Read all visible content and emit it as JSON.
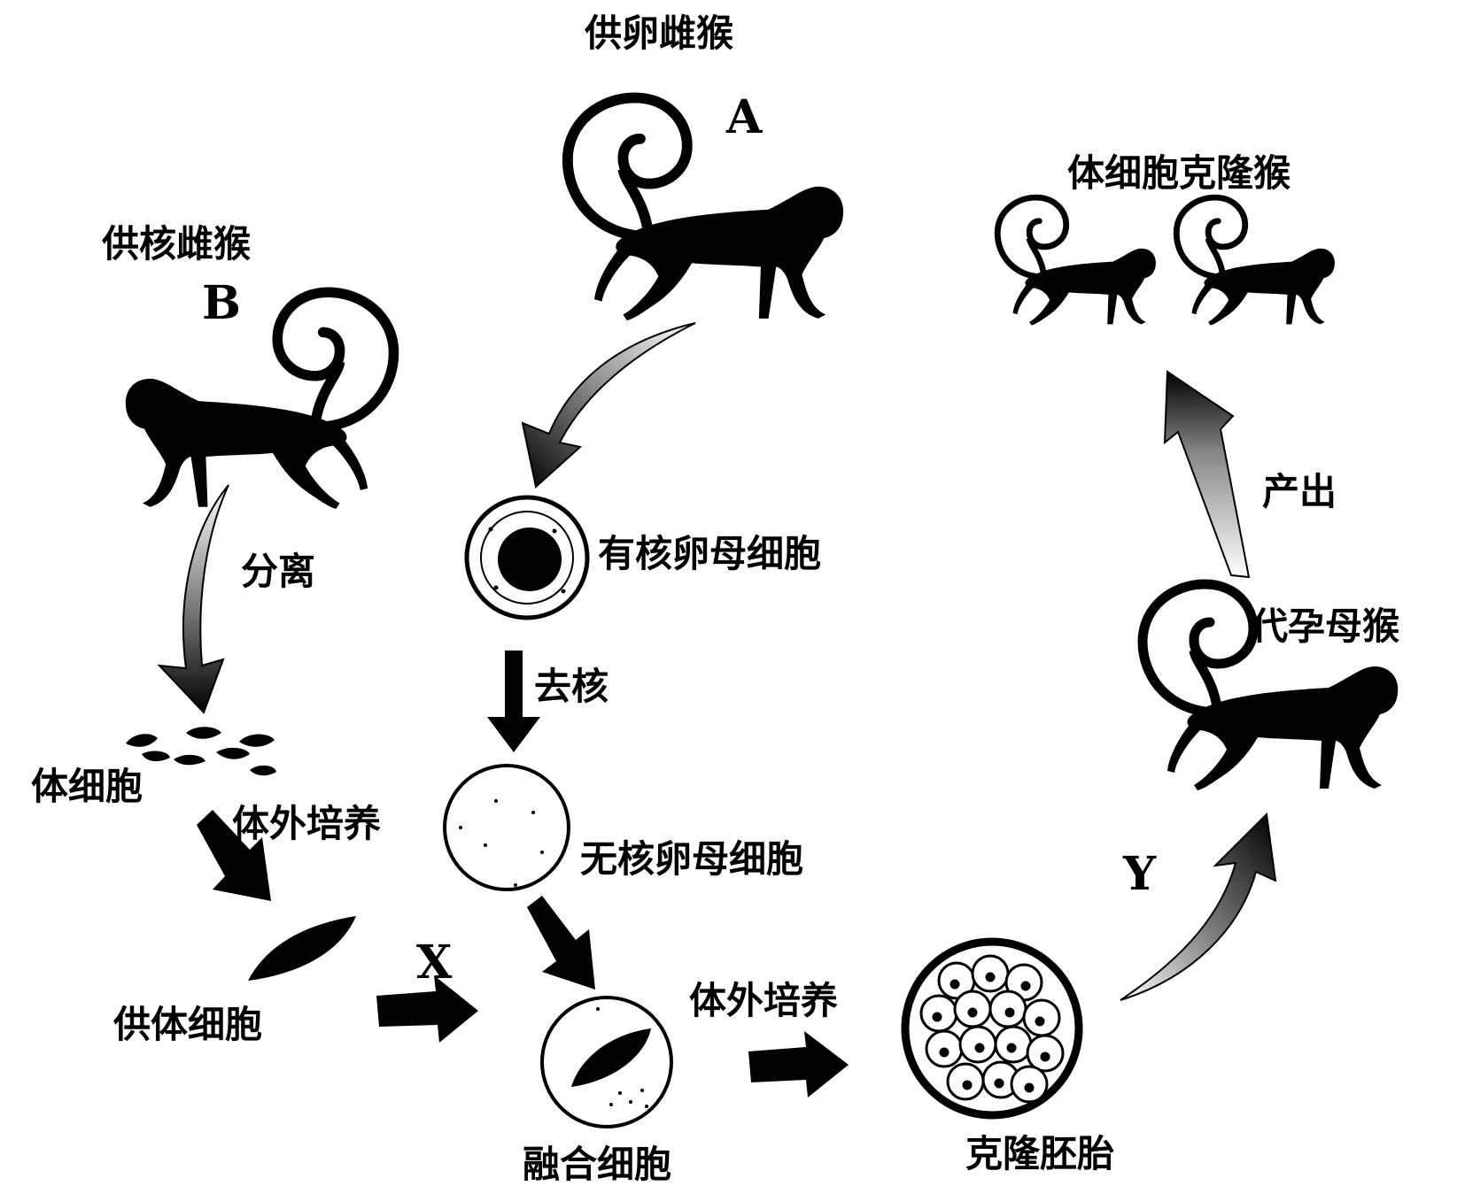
{
  "labels": {
    "egg_donor_title": "供卵雌猴",
    "egg_donor_letter": "A",
    "nucleus_donor_title": "供核雌猴",
    "nucleus_donor_letter": "B",
    "clone_monkeys": "体细胞克隆猴",
    "separate": "分离",
    "oocyte_with_nucleus": "有核卵母细胞",
    "enucleate": "去核",
    "enucleated_oocyte": "无核卵母细胞",
    "somatic_cells": "体细胞",
    "in_vitro_culture_1": "体外培养",
    "donor_somatic_cell": "供体细胞",
    "step_x": "X",
    "fused_cell": "融合细胞",
    "in_vitro_culture_2": "体外培养",
    "cloned_embryo": "克隆胚胎",
    "step_y": "Y",
    "surrogate_mother": "代孕母猴",
    "give_birth": "产出"
  },
  "icons": {
    "monkey": "monkey-silhouette-icon",
    "arrow": "arrow-icon"
  },
  "colors": {
    "ink": "#000000",
    "paper": "#ffffff"
  }
}
